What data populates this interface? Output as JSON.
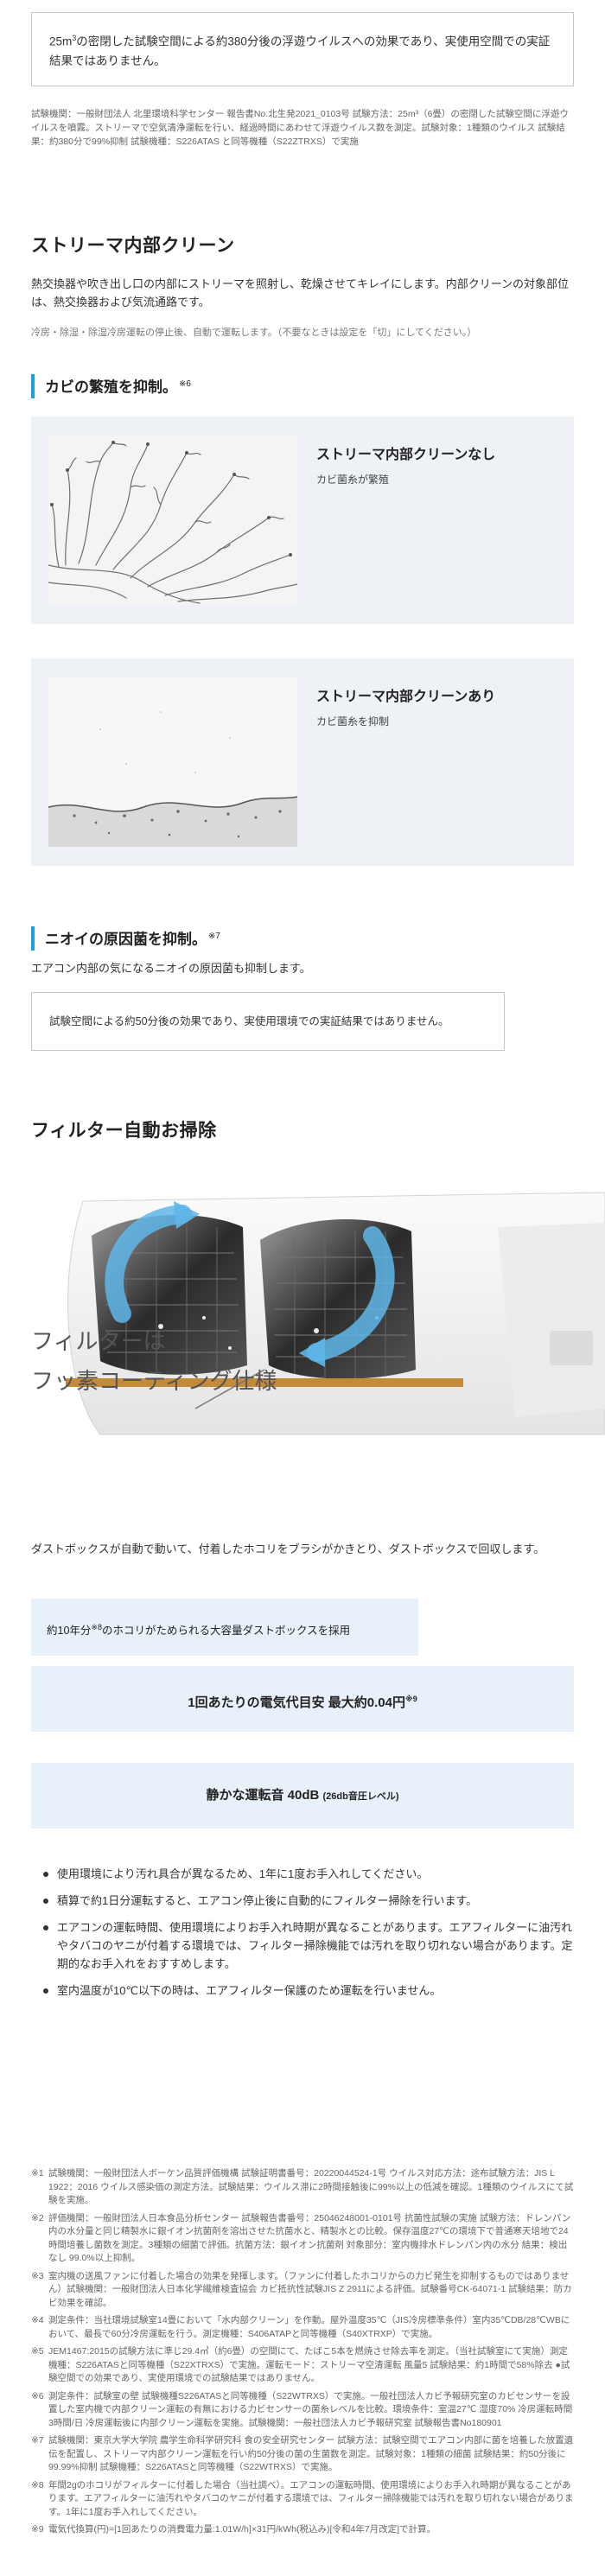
{
  "top_notice": {
    "pre": "25m",
    "sup": "3",
    "post": "の密閉した試験空間による約380分後の浮遊ウイルスへの効果であり、実使用空間での実証結果ではありません。"
  },
  "top_fine": "試験機関：一般財団法人 北里環境科学センター 報告書No.北生発2021_0103号 試験方法：25m³（6畳）の密閉した試験空間に浮遊ウイルスを噴霧。ストリーマで空気清浄運転を行い、経過時間にあわせて浮遊ウイルス数を測定。試験対象：1種類のウイルス 試験結果：約380分で99%抑制 試験機種：S226ATAS と同等機種（S22ZTRXS）で実施",
  "streamer": {
    "title": "ストリーマ内部クリーン",
    "body": "熱交換器や吹き出し口の内部にストリーマを照射し、乾燥させてキレイにします。内部クリーンの対象部位は、熱交換器および気流通路です。",
    "note": "冷房・除湿・除湿冷房運転の停止後、自動で運転します。（不要なときは設定を「切」にしてください。）"
  },
  "mold": {
    "heading": "カビの繁殖を抑制。",
    "heading_sup": "※6",
    "panel_without": {
      "title": "ストリーマ内部クリーンなし",
      "sub": "カビ菌糸が繁殖"
    },
    "panel_with": {
      "title": "ストリーマ内部クリーンあり",
      "sub": "カビ菌糸を抑制"
    }
  },
  "odor": {
    "heading": "ニオイの原因菌を抑制。",
    "heading_sup": "※7",
    "body": "エアコン内部の気になるニオイの原因菌も抑制します。",
    "box": "試験空間による約50分後の効果であり、実使用環境での実証結果ではありません。"
  },
  "filter": {
    "title": "フィルター自動お掃除",
    "caption_line1": "フィルターは",
    "caption_line2": "フッ素コーティング仕様",
    "body": "ダストボックスが自動で動いて、付着したホコリをブラシがかきとり、ダストボックスで回収します。",
    "dustbox_pre": "約10年分",
    "dustbox_sup": "※8",
    "dustbox_post": "のホコリがためられる大容量ダストボックスを採用",
    "cost_text": "1回あたりの電気代目安 最大約0.04円",
    "cost_sup": "※9",
    "noise_main": "静かな運転音 40dB",
    "noise_small": "(26db音圧レベル)",
    "bullets": [
      "使用環境により汚れ具合が異なるため、1年に1度お手入れしてください。",
      "積算で約1日分運転すると、エアコン停止後に自動的にフィルター掃除を行います。",
      "エアコンの運転時間、使用環境によりお手入れ時期が異なることがあります。エアフィルターに油汚れやタバコのヤニが付着する環境では、フィルター掃除機能では汚れを取り切れない場合があります。定期的なお手入れをおすすめします。",
      "室内温度が10℃以下の時は、エアフィルター保護のため運転を行いません。"
    ]
  },
  "footnotes": [
    {
      "mark": "※1",
      "text": "試験機関：一般財団法人ボーケン品質評価機構 試験証明書番号：20220044524-1号 ウイルス対応方法：途布試験方法：JIS L 1922：2016 ウイルス感染価の測定方法。試験結果：ウイルス滞に2時間接触後に99%以上の低減を確認。1種類のウイルスにて試験を実施。"
    },
    {
      "mark": "※2",
      "text": "評価機関：一般財団法人日本食品分析センター 試験報告書番号：25046248001-0101号 抗菌性試験の実施 試験方法：ドレンパン内の水分量と同じ精製水に銀イオン抗菌剤を溶出させた抗菌水と、精製水との比較。保存温度27℃の環境下で普通寒天培地で24時間培養し菌数を測定。3種類の細菌で評価。抗菌方法：銀イオン抗菌剤 対象部分：室内機排水ドレンパン内の水分 結果：検出なし 99.0%以上抑制。"
    },
    {
      "mark": "※3",
      "text": "室内機の送風ファンに付着した場合の効果を発揮します。（ファンに付着したホコリからの力ビ発生を抑制するものではありません）試験機関：一般財団法人日本化学繊維検査協会 カビ抵抗性試験JIS Z 2911による評価。試験番号CK-64071-1 試験結果：防カビ効果を確認。"
    },
    {
      "mark": "※4",
      "text": "測定条件：当社環境試験室14畳において「水内部クリーン」を作動。屋外温度35℃（JIS冷房標準条件）室内35℃DB/28℃WBにおいて、最長で60分冷房運転を行う。測定機種：S406ATAPと同等機種（S40XTRXP）で実施。"
    },
    {
      "mark": "※5",
      "text": "JEM1467:2015の試験方法に準じ29.4㎥（約6畳）の空間にて、たばこ5本を燃焼させ除去率を測定。（当社試験室にて実施）測定機種：S226ATASと同等機種（S22XTRXS）で実施。運転モード：ストリーマ空清運転 風量5 試験結果：約1時間で58%除去 ●試験空間での効果であり、実使用環境での試験結果ではありません。"
    },
    {
      "mark": "※6",
      "text": "測定条件：試験室の壁 試験機種S226ATASと同等機種（S22WTRXS）で実施。一般社団法人カビ予報研究室のカビセンサーを設置した室内機で内部クリーン運転の有無における力ビセンサーの菌糸レベルを比較。環境条件：室温27℃ 湿度70% 冷房運転時間3時間/日 冷房運転後に内部クリーン運転を実施。試験機関：一般社団法人カビ予報研究室 試験報告書No180901"
    },
    {
      "mark": "※7",
      "text": "試験機関：東京大学大学院 農学生命科学研究科 食の安全研究センター 試験方法：試験空間でエアコン内部に菌を培養した放置遺伝を配置し、ストリーマ内部クリーン運転を行い約50分後の菌の生菌数を測定。試験対象：1種類の細菌 試験結果：約50分後に99.99%抑制 試験機種：S226ATASと同等機種（S22WTRXS）で実施。"
    },
    {
      "mark": "※8",
      "text": "年間2gのホコリがフィルターに付着した場合（当社調べ）。エアコンの運転時間、使用環境によりお手入れ時期が異なることがあります。エアフィルターに油汚れやタバコのヤニが付着する環境では、フィルター掃除機能では汚れを取り切れない場合があります。1年に1度お手入れしてください。"
    },
    {
      "mark": "※9",
      "text": "電気代換算(円)=[1回あたりの消費電力量:1.01W/h]×31円/kWh(税込み)[令和4年7月改定]で計算。"
    }
  ]
}
